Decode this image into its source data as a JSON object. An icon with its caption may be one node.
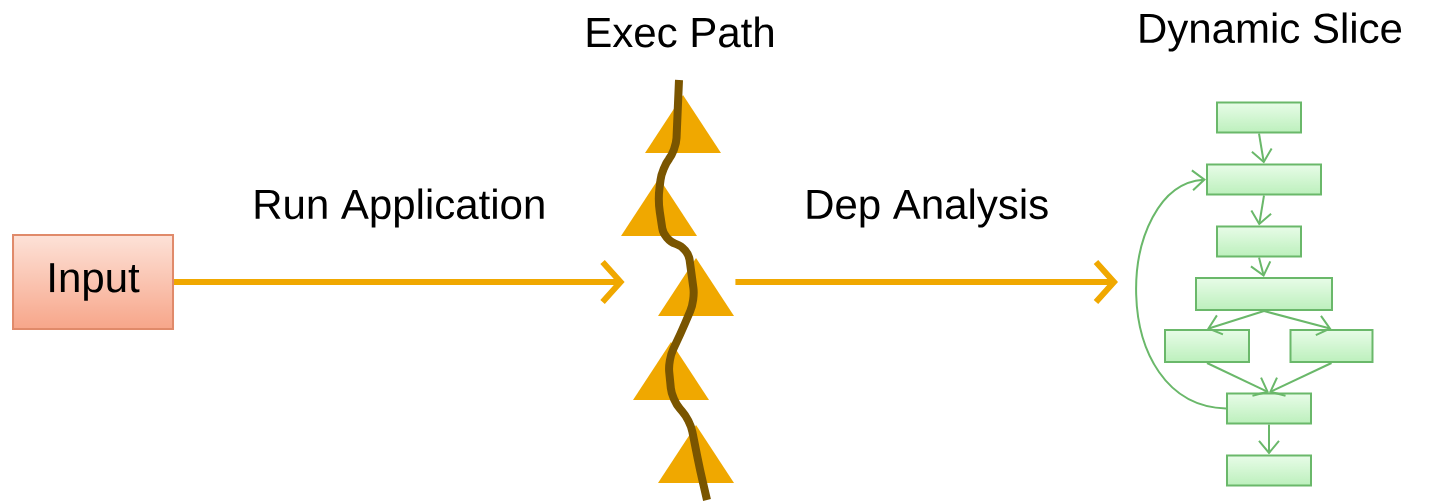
{
  "diagram": {
    "nodes": [
      {
        "text": [
          "Input"
        ]
      },
      {
        "text": [
          "Exec Path"
        ]
      },
      {
        "text": [],
        "shape": "box"
      },
      {
        "text": [],
        "shape": "box"
      },
      {
        "text": [],
        "shape": "box"
      },
      {
        "text": [],
        "shape": "box"
      },
      {
        "text": [],
        "shape": "box"
      },
      {
        "text": [],
        "shape": "box"
      },
      {
        "text": [],
        "shape": "box"
      },
      {
        "text": [],
        "shape": "box"
      }
    ],
    "edges": [
      {
        "from": 0,
        "to": 1,
        "arrow": "to",
        "label": "Run Application",
        "style": "thick",
        "color": "#f0a800"
      },
      {
        "from": 1,
        "to": null,
        "arrow": "to",
        "label": "Dep Analysis",
        "style": "thick",
        "color": "#f0a800"
      },
      {
        "from": 2,
        "to": 3,
        "arrow": "to"
      },
      {
        "from": 3,
        "to": 4,
        "arrow": "to"
      },
      {
        "from": 4,
        "to": 5,
        "arrow": "to"
      },
      {
        "from": 5,
        "to": 6,
        "arrow": "to"
      },
      {
        "from": 5,
        "to": 7,
        "arrow": "to"
      },
      {
        "from": 6,
        "to": 8,
        "arrow": "to"
      },
      {
        "from": 7,
        "to": 8,
        "arrow": "to"
      },
      {
        "from": 8,
        "to": 3,
        "arrow": "to"
      },
      {
        "from": 8,
        "to": 9,
        "arrow": "to"
      }
    ],
    "labels": [
      "Dynamic Slice"
    ]
  }
}
